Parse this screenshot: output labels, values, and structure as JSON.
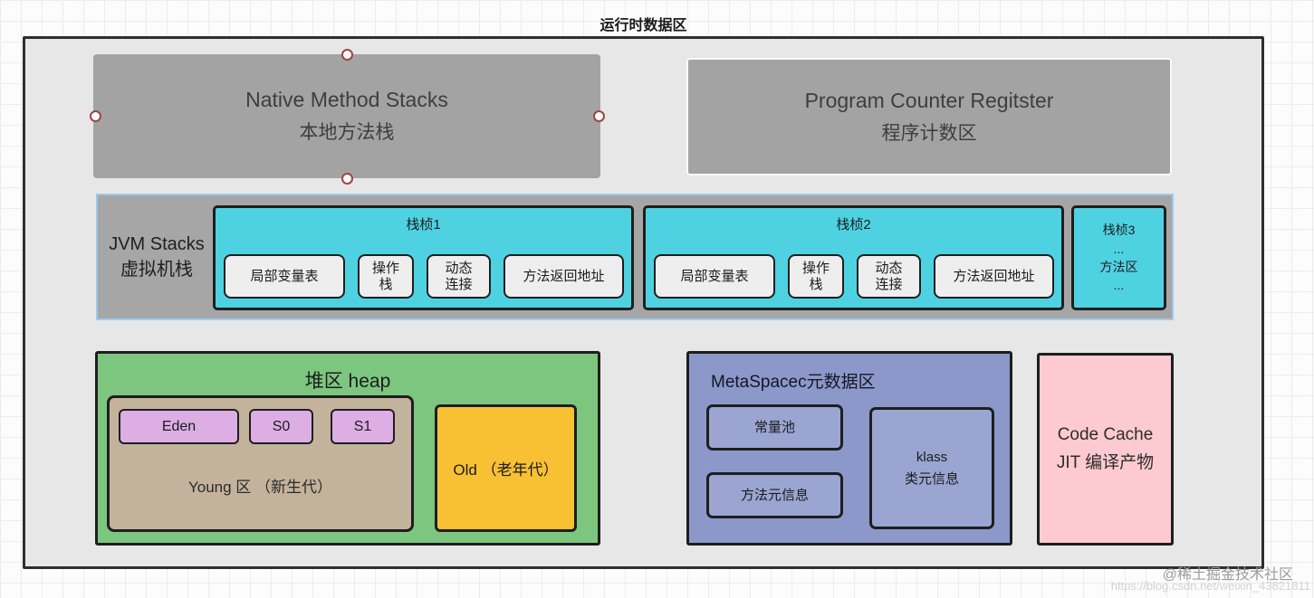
{
  "diagram_title": "运行时数据区",
  "native_method_stacks": {
    "title_en": "Native Method Stacks",
    "title_zh": "本地方法栈"
  },
  "program_counter": {
    "title_en": "Program Counter Regitster",
    "title_zh": "程序计数区"
  },
  "jvm_stacks": {
    "label_en": "JVM Stacks",
    "label_zh": "虚拟机栈",
    "frames": [
      {
        "title": "栈桢1",
        "cells": {
          "local_vars": "局部变量表",
          "operand_stack": [
            "操作",
            "栈"
          ],
          "dynamic_link": [
            "动态",
            "连接"
          ],
          "return_addr": "方法返回地址"
        }
      },
      {
        "title": "栈桢2",
        "cells": {
          "local_vars": "局部变量表",
          "operand_stack": [
            "操作",
            "栈"
          ],
          "dynamic_link": [
            "动态",
            "连接"
          ],
          "return_addr": "方法返回地址"
        }
      },
      {
        "title": "栈桢3",
        "lines": [
          "栈桢3",
          "...",
          "方法区",
          "..."
        ]
      }
    ]
  },
  "heap": {
    "title": "堆区 heap",
    "young": {
      "label": "Young 区 （新生代）",
      "regions": [
        "Eden",
        "S0",
        "S1"
      ]
    },
    "old": {
      "label": "Old （老年代）"
    }
  },
  "metaspace": {
    "title": "MetaSpacec元数据区",
    "constant_pool": "常量池",
    "method_meta": "方法元信息",
    "klass": [
      "klass",
      "类元信息"
    ]
  },
  "code_cache": {
    "title_en": "Code Cache",
    "title_zh": "JIT 编译产物"
  },
  "watermark": {
    "community": "@稀土掘金技术社区",
    "url": "https://blog.csdn.net/weixin_43821811"
  },
  "colors": {
    "frame_cyan": "#4ed2e2",
    "heap_green": "#7cc67f",
    "young_tan": "#c4b39c",
    "survivor_purple": "#dcaee4",
    "old_orange": "#f8c033",
    "metaspace_blue": "#8b98c9",
    "metaspace_inner_blue": "#9aa5d2",
    "code_cache_pink": "#fccad0",
    "gray_box": "#a3a3a3",
    "outer_fill": "#e7e7e7",
    "selection_blue": "#9dc9ed",
    "handle_border_red": "#9e4444"
  }
}
